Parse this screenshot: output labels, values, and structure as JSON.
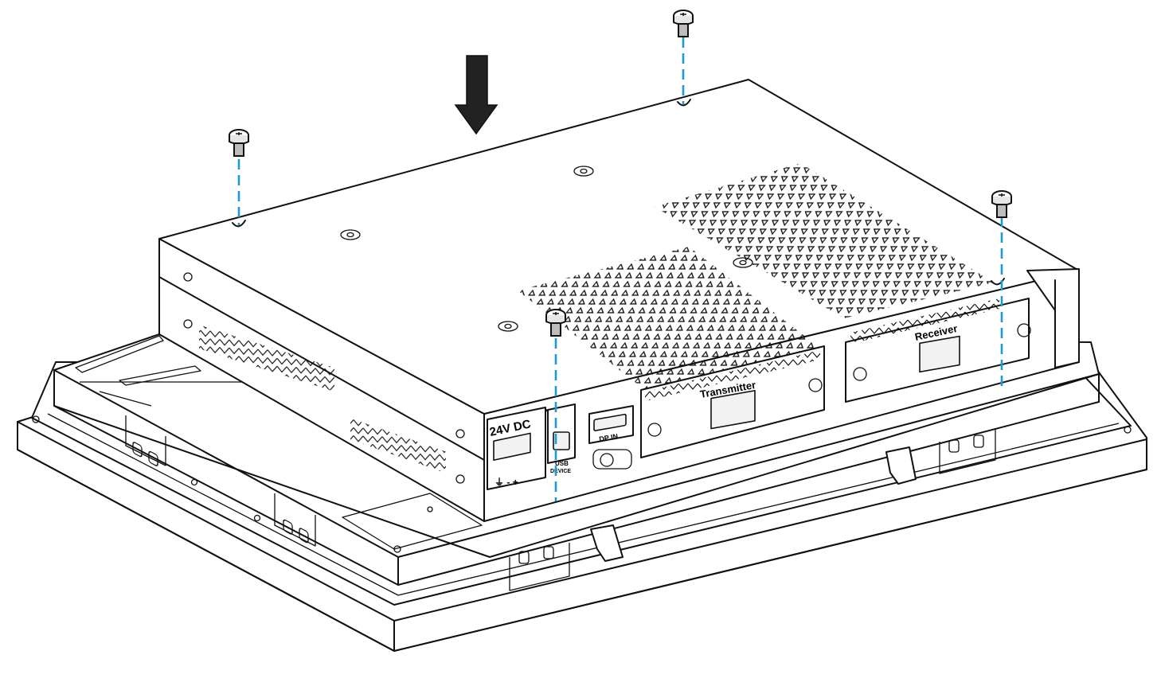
{
  "labels": {
    "power": "24V DC",
    "usb_line1": "USB",
    "usb_line2": "DEVICE",
    "dp": "DP IN",
    "transmitter": "Transmitter",
    "receiver": "Receiver",
    "terminal_marks": "⏚  -  +"
  },
  "colors": {
    "guide_line": "#1d9bd6",
    "outline": "#111111",
    "arrow": "#222222"
  },
  "icons": {
    "direction": "down-arrow-icon",
    "fastener": "screw-icon"
  }
}
